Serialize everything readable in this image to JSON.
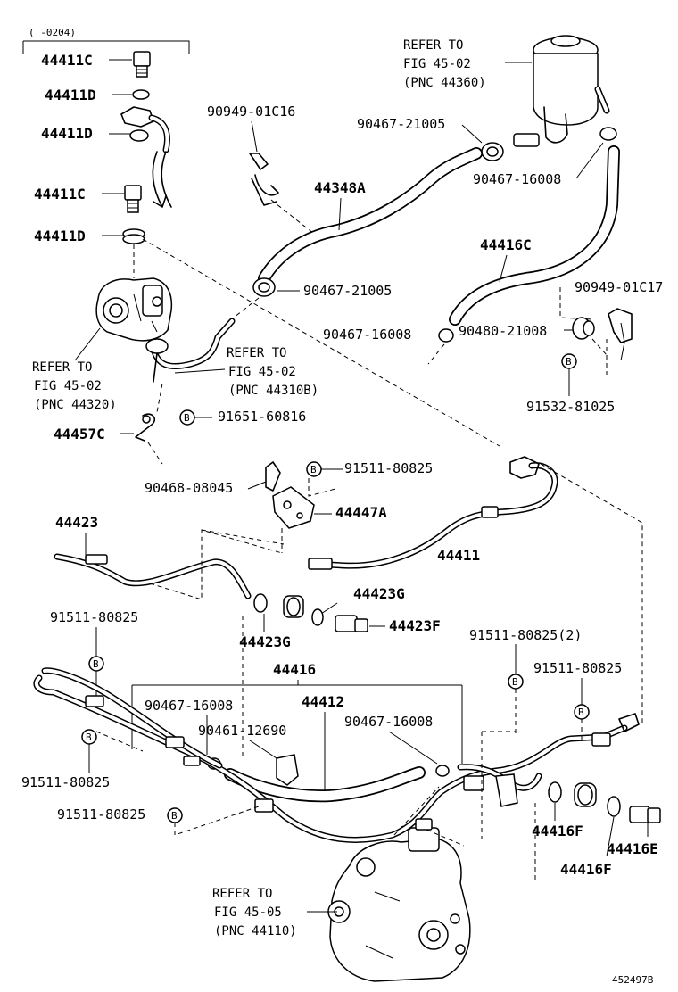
{
  "labels": {
    "date_range": "(   -0204)",
    "c44411C_top": "44411C",
    "c44411D_1": "44411D",
    "c44411D_2": "44411D",
    "c44411C_mid": "44411C",
    "c44411D_3": "44411D",
    "p90949_01C16": "90949-01C16",
    "p44348A": "44348A",
    "p90467_21005_top": "90467-21005",
    "p90467_16008_top": "90467-16008",
    "p44416C": "44416C",
    "p90467_21005_low": "90467-21005",
    "p90949_01C17": "90949-01C17",
    "p90467_16008_mid": "90467-16008",
    "p90480_21008": "90480-21008",
    "p91532_81025": "91532-81025",
    "p91651_60816": "91651-60816",
    "p44457C": "44457C",
    "p91511_80825_a": "91511-80825",
    "p90468_08045": "90468-08045",
    "p44447A": "44447A",
    "p44423": "44423",
    "p44411": "44411",
    "p44423G_a": "44423G",
    "p44423F": "44423F",
    "p44423G_b": "44423G",
    "p91511_80825_b": "91511-80825",
    "p44416": "44416",
    "p91511_80825_2": "91511-80825(2)",
    "p91511_80825_c": "91511-80825",
    "p44412": "44412",
    "p90467_16008_l": "90467-16008",
    "p90467_16008_r": "90467-16008",
    "p90461_12690": "90461-12690",
    "p91511_80825_d": "91511-80825",
    "p91511_80825_e": "91511-80825",
    "p44416F_a": "44416F",
    "p44416E": "44416E",
    "p44416F_b": "44416F",
    "figure_id": "452497B"
  },
  "refs": {
    "reservoir": [
      "REFER TO",
      "FIG 45-02",
      "(PNC 44360)"
    ],
    "pump": [
      "REFER TO",
      "FIG 45-02",
      "(PNC 44320)"
    ],
    "pipe": [
      "REFER TO",
      "FIG 45-02",
      "(PNC 44310B)"
    ],
    "gear": [
      "REFER TO",
      "FIG 45-05",
      "(PNC 44110)"
    ]
  },
  "bolt_marker": "B"
}
